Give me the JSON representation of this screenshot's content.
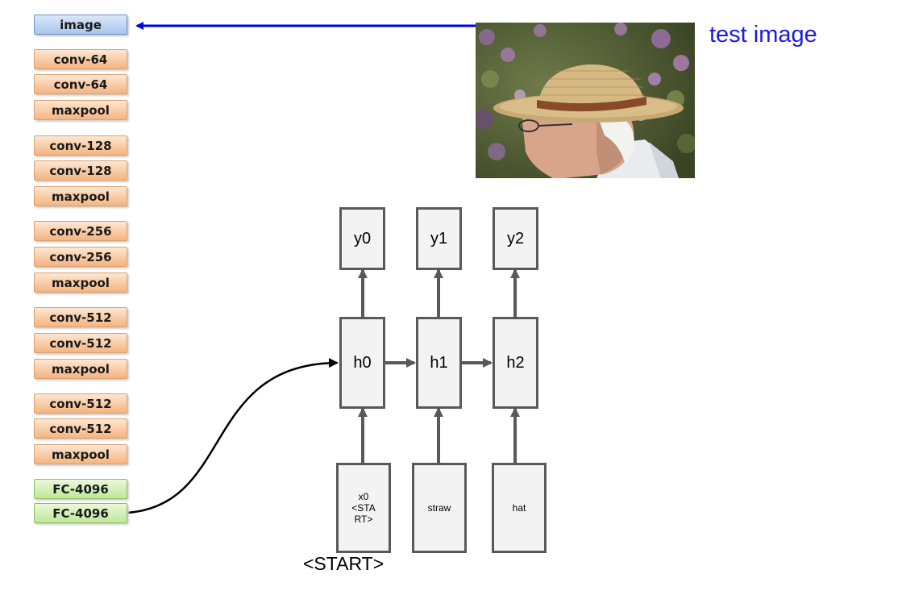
{
  "cnn_layers": {
    "input": "image",
    "block1": [
      "conv-64",
      "conv-64",
      "maxpool"
    ],
    "block2": [
      "conv-128",
      "conv-128",
      "maxpool"
    ],
    "block3": [
      "conv-256",
      "conv-256",
      "maxpool"
    ],
    "block4": [
      "conv-512",
      "conv-512",
      "maxpool"
    ],
    "block5": [
      "conv-512",
      "conv-512",
      "maxpool"
    ],
    "fc": [
      "FC-4096",
      "FC-4096"
    ]
  },
  "test_image": {
    "caption": "test image",
    "photo_icon": "man-in-straw-hat-photo"
  },
  "rnn": {
    "outputs": [
      "y0",
      "y1",
      "y2"
    ],
    "hidden": [
      "h0",
      "h1",
      "h2"
    ],
    "inputs": {
      "x0_line1": "x0",
      "x0_line2": "<STA",
      "x0_line3": "RT>",
      "x1": "straw",
      "x2": "hat"
    },
    "start_label": "<START>"
  },
  "colors": {
    "blue_arrow": "#0000e6",
    "caption": "#1a1ae6",
    "node_border": "#595959",
    "node_fill": "#f3f3f3",
    "conv": "#f5b47f",
    "fc": "#bfe79a",
    "input": "#a8c6ec"
  }
}
